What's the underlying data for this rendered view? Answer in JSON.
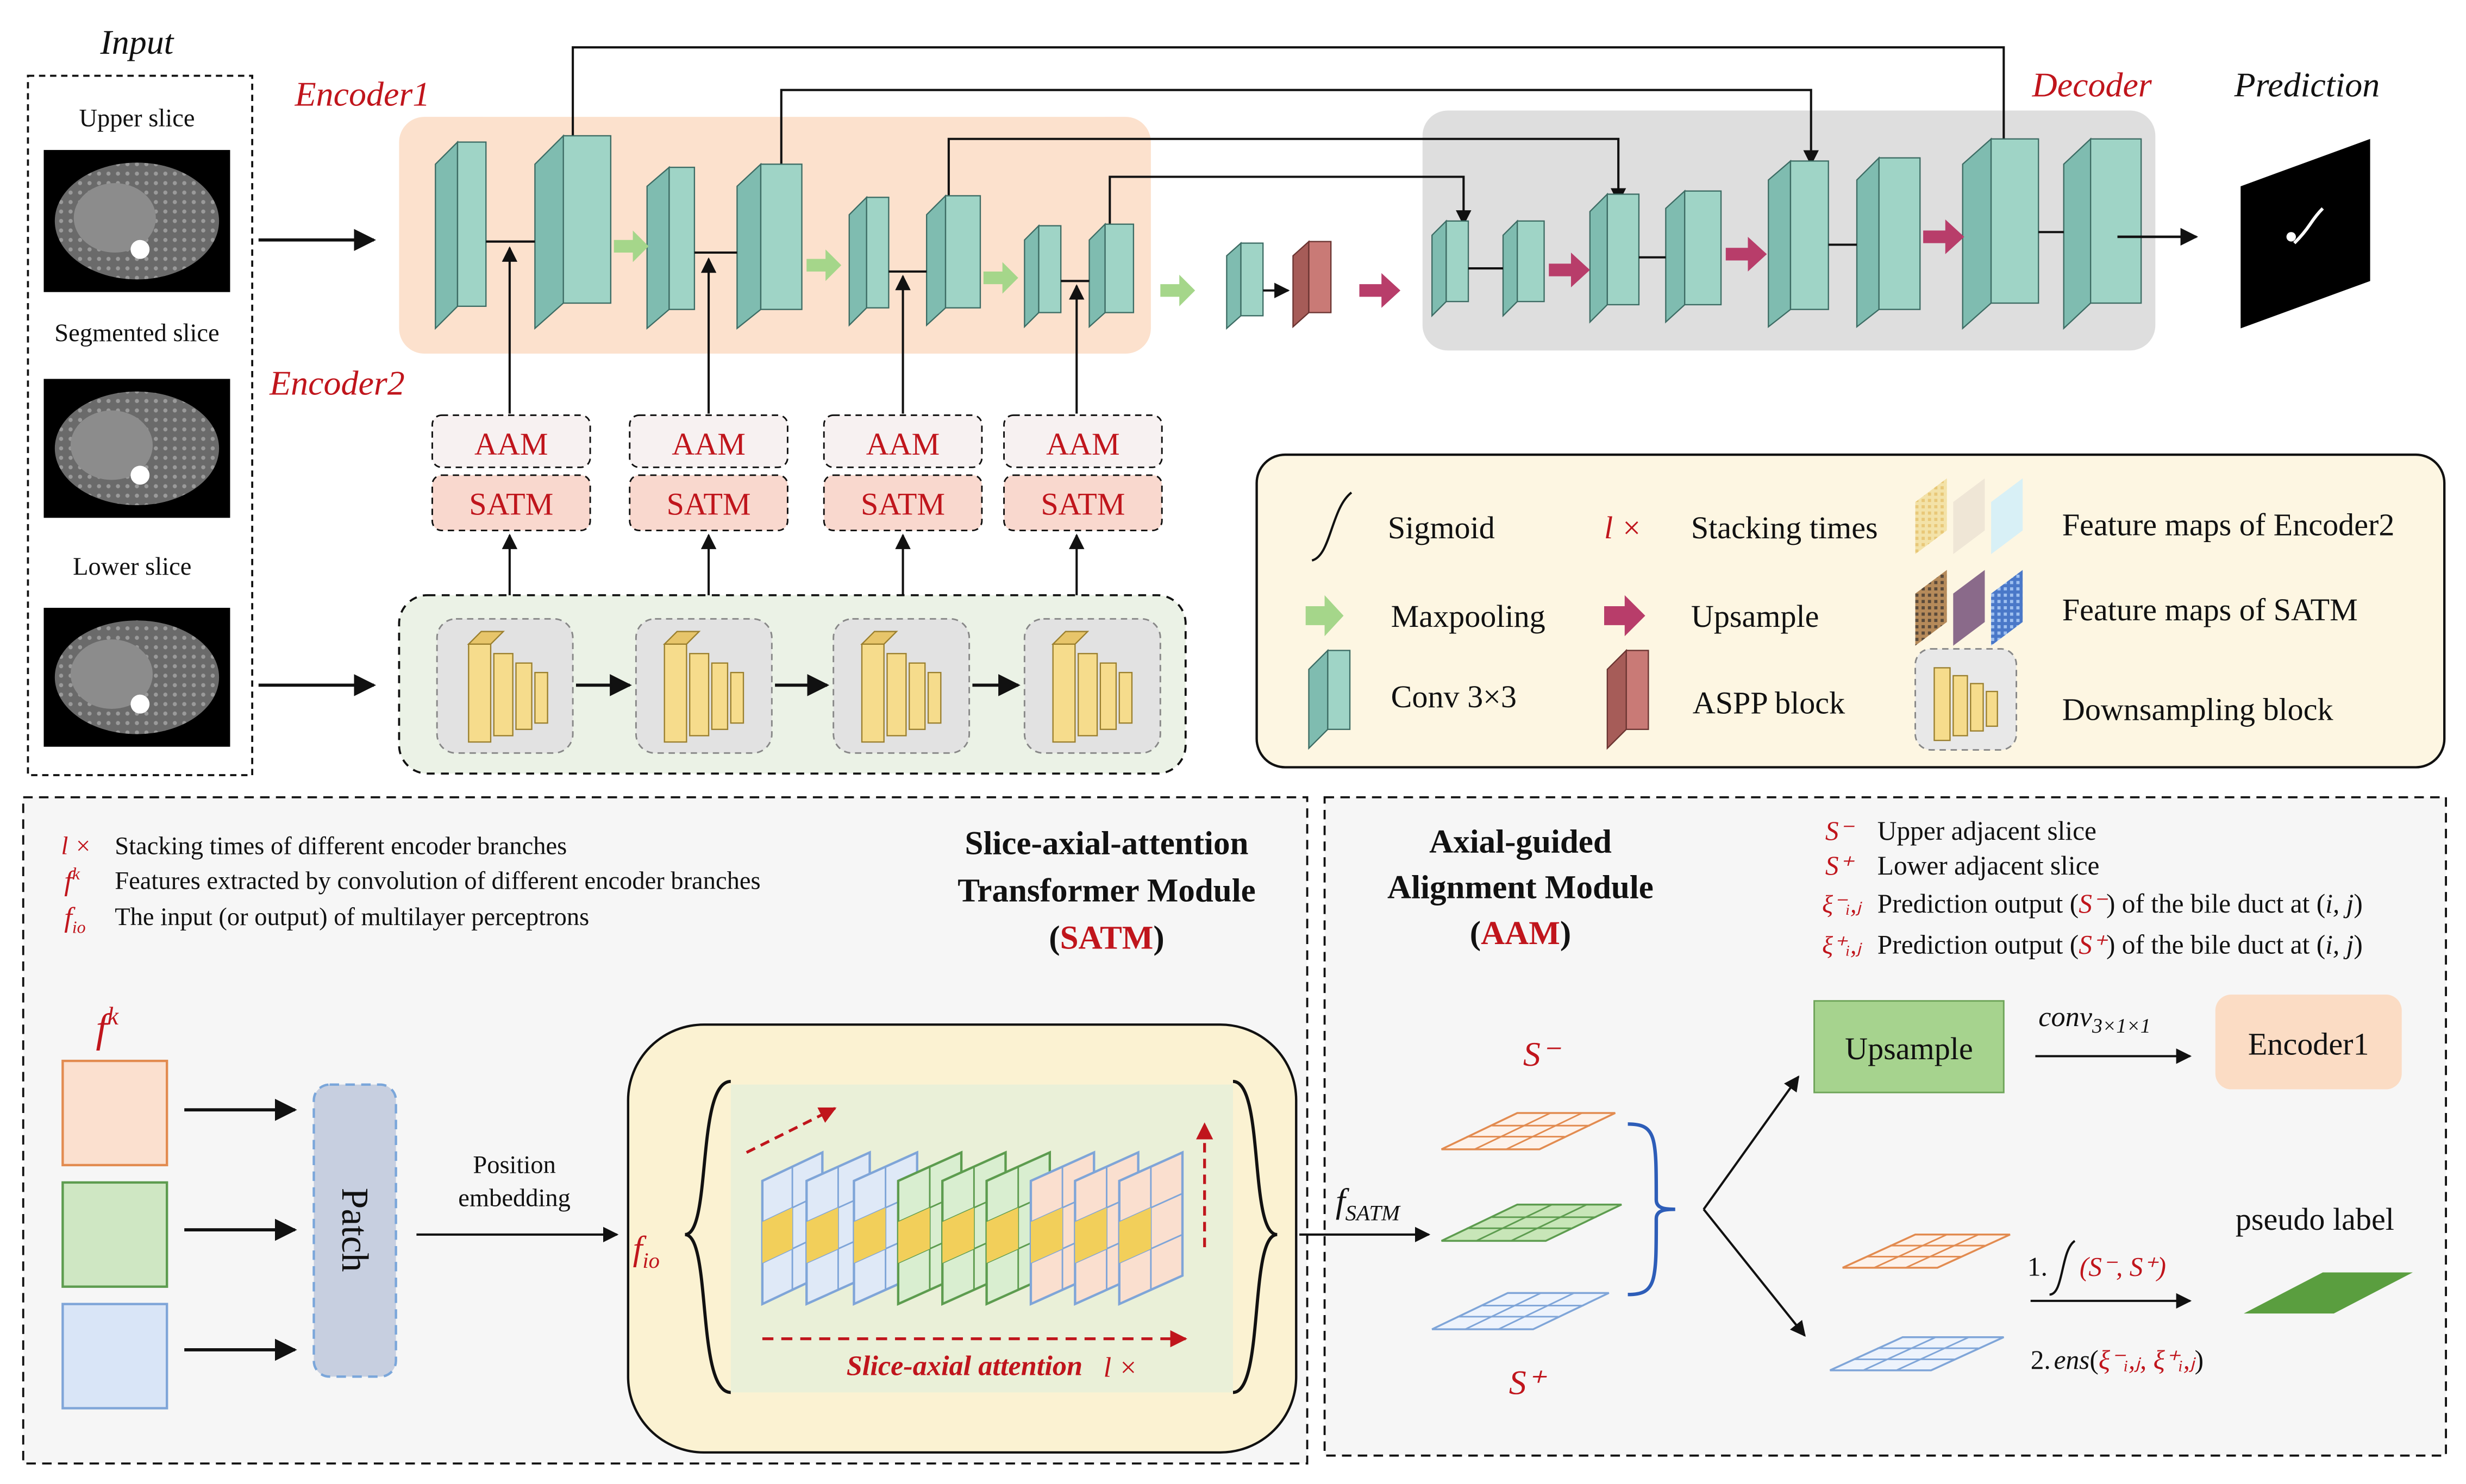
{
  "input": {
    "title": "Input",
    "upper_slice": "Upper slice",
    "segmented_slice": "Segmented slice",
    "lower_slice": "Lower slice"
  },
  "top": {
    "encoder1": "Encoder1",
    "encoder2": "Encoder2",
    "decoder": "Decoder",
    "prediction": "Prediction",
    "aam": "AAM",
    "satm": "SATM"
  },
  "legend": {
    "sigmoid": "Sigmoid",
    "l_times": "l ×",
    "stacking": "Stacking times",
    "feat_enc2": "Feature maps of Encoder2",
    "maxpool": "Maxpooling",
    "upsample": "Upsample",
    "feat_satm": "Feature maps of SATM",
    "conv": "Conv 3×3",
    "aspp": "ASPP block",
    "downsampling": "Downsampling block"
  },
  "satm_panel": {
    "def1_sym": "l ×",
    "def1": "Stacking times of different encoder branches",
    "def2_sym": "f",
    "def2_sup": "k",
    "def2": "Features extracted by convolution of different encoder branches",
    "def3_sym": "f",
    "def3_sub": "io",
    "def3": "The input (or output) of multilayer perceptrons",
    "title1": "Slice-axial-attention",
    "title2": "Transformer Module",
    "title3_open": "(",
    "title3_red": "SATM",
    "title3_close": ")",
    "fk": "f",
    "fk_sup": "k",
    "patch": "Patch",
    "pos1": "Position",
    "pos2": "embedding",
    "fio": "f",
    "fio_sub": "io",
    "sa_label": "Slice-axial attention",
    "sa_l": "l ×"
  },
  "aam_panel": {
    "title1": "Axial-guided",
    "title2": "Alignment Module",
    "title3_open": "(",
    "title3_red": "AAM",
    "title3_close": ")",
    "s_minus_sym": "S⁻",
    "s_minus": "Upper adjacent slice",
    "s_plus_sym": "S⁺",
    "s_plus": "Lower adjacent slice",
    "xi_minus_sym": "ξ⁻ᵢ,ⱼ",
    "xi_minus_a": "Prediction output (",
    "xi_minus_b": "S⁻",
    "xi_minus_c": ") of the bile duct at (",
    "xi_minus_d": "i, j",
    "xi_minus_e": ")",
    "xi_plus_sym": "ξ⁺ᵢ,ⱼ",
    "xi_plus_a": "Prediction output (",
    "xi_plus_b": "S⁺",
    "xi_plus_c": ") of the bile duct at (",
    "xi_plus_d": "i, j",
    "xi_plus_e": ")",
    "fsatm": "f",
    "fsatm_sub": "SATM",
    "s_minus_label": "S⁻",
    "s_plus_label": "S⁺",
    "upsample": "Upsample",
    "conv": "conv",
    "conv_sub": "3×1×1",
    "encoder1": "Encoder1",
    "pseudo": "pseudo label",
    "step1_pre": "1.",
    "step1": "(S⁻, S⁺)",
    "step2_pre": "2.",
    "step2_ens": "ens",
    "step2_open": "(",
    "step2_args": "ξ⁻ᵢ,ⱼ, ξ⁺ᵢ,ⱼ",
    "step2_close": ")"
  },
  "colors": {
    "red": "#c0151c",
    "teal": "#9fd4c6",
    "yellow": "#f6dc8c",
    "aspp": "#c97a76",
    "green_arrow": "#a5d68a",
    "pink_arrow": "#b83d6a"
  }
}
